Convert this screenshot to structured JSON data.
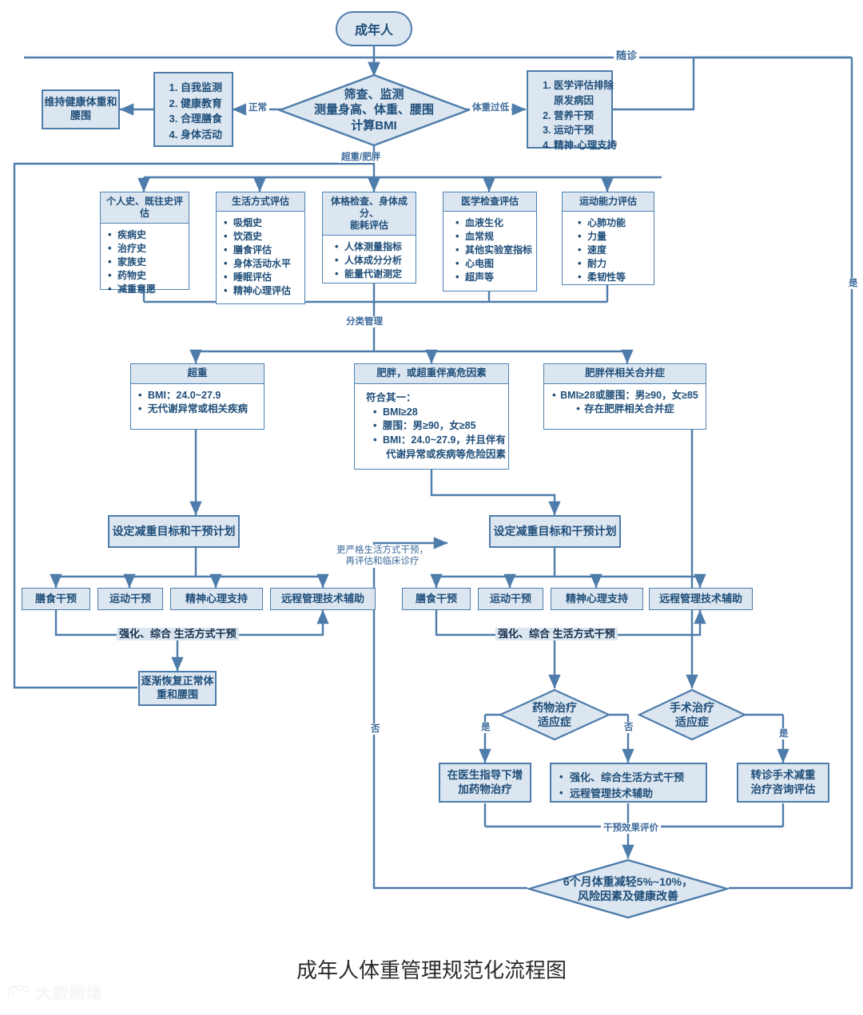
{
  "title": "成年人体重管理规范化流程图",
  "watermark": "大数跨境",
  "colors": {
    "fill": "#DCE6F1",
    "stroke": "#4E7CAB",
    "text": "#1F4E79",
    "label": "#3C6A9B"
  },
  "nodes": {
    "start": "成年人",
    "screening": "筛查、监测\n测量身高、体重、腰围\n计算BMI",
    "screening_lines": [
      "筛查、监测",
      "测量身高、体重、腰围",
      "计算BMI"
    ],
    "normal_actions": [
      "自我监测",
      "健康教育",
      "合理膳食",
      "身体活动"
    ],
    "maintain": "维持健康体重和\n腰围",
    "maintain_lines": [
      "维持健康体重和",
      "腰围"
    ],
    "underweight_actions": [
      "医学评估排除\n原发病因",
      "营养干预",
      "运动干预",
      "精神-心理支持"
    ],
    "underweight_actions_lines": [
      [
        "医学评估排除",
        "原发病因"
      ],
      [
        "营养干预"
      ],
      [
        "运动干预"
      ],
      [
        "精神-心理支持"
      ]
    ],
    "assess": [
      {
        "header": "个人史、既往史评估",
        "items": [
          "疾病史",
          "治疗史",
          "家族史",
          "药物史",
          "减重意愿"
        ]
      },
      {
        "header": "生活方式评估",
        "items": [
          "吸烟史",
          "饮酒史",
          "膳食评估",
          "身体活动水平",
          "睡眠评估",
          "精神心理评估"
        ]
      },
      {
        "header": "体格检查、身体成分、\n能耗评估",
        "header_lines": [
          "体格检查、身体成分、",
          "能耗评估"
        ],
        "items": [
          "人体测量指标",
          "人体成分分析",
          "能量代谢测定"
        ]
      },
      {
        "header": "医学检查评估",
        "items": [
          "血液生化",
          "血常规",
          "其他实验室指标",
          "心电图",
          "超声等"
        ]
      },
      {
        "header": "运动能力评估",
        "items": [
          "心肺功能",
          "力量",
          "速度",
          "耐力",
          "柔韧性等"
        ]
      }
    ],
    "classify": [
      {
        "header": "超重",
        "items": [
          "BMI：24.0~27.9",
          "无代谢异常或相关疾病"
        ]
      },
      {
        "header": "肥胖，或超重伴高危因素",
        "lead": "符合其一：",
        "items": [
          "BMI≥28",
          "腰围：男≥90，女≥85",
          "BMI：24.0~27.9，并且伴有\n代谢异常或疾病等危险因素"
        ],
        "items_lines": [
          [
            "BMI≥28"
          ],
          [
            "腰围：男≥90，女≥85"
          ],
          [
            "BMI：24.0~27.9，并且伴有",
            "代谢异常或疾病等危险因素"
          ]
        ]
      },
      {
        "header": "肥胖伴相关合并症",
        "items": [
          "BMI≥28或腰围：男≥90，女≥85",
          "存在肥胖相关合并症"
        ]
      }
    ],
    "plan_left": "设定减重目标和干预计划",
    "plan_right": "设定减重目标和干预计划",
    "interventions_left": [
      "膳食干预",
      "运动干预",
      "精神心理支持",
      "远程管理技术辅助"
    ],
    "interventions_right": [
      "膳食干预",
      "运动干预",
      "精神心理支持",
      "远程管理技术辅助"
    ],
    "recover": "逐渐恢复正常体\n重和腰围",
    "recover_lines": [
      "逐渐恢复正常体",
      "重和腰围"
    ],
    "drug_decision": "药物治疗\n适应症",
    "drug_decision_lines": [
      "药物治疗",
      "适应症"
    ],
    "surgery_decision": "手术治疗\n适应症",
    "surgery_decision_lines": [
      "手术治疗",
      "适应症"
    ],
    "drug_yes": "在医生指导下增\n加药物治疗",
    "drug_yes_lines": [
      "在医生指导下增",
      "加药物治疗"
    ],
    "drug_no_items": [
      "强化、综合生活方式干预",
      "远程管理技术辅助"
    ],
    "surgery_yes": "转诊手术减重\n治疗咨询评估",
    "surgery_yes_lines": [
      "转诊手术减重",
      "治疗咨询评估"
    ],
    "outcome": "6个月体重减轻5%~10%，\n风险因素及健康改善",
    "outcome_lines": [
      "6个月体重减轻5%~10%，",
      "风险因素及健康改善"
    ]
  },
  "edge_labels": {
    "followup": "随诊",
    "normal": "正常",
    "underweight": "体重过低",
    "overweight_obese": "超重/肥胖",
    "classified_mgmt": "分类管理",
    "lifestyle_left": "强化、综合 生活方式干预",
    "lifestyle_right": "强化、综合 生活方式干预",
    "stricter": "更严格生活方式干预，\n再评估和临床诊疗",
    "stricter_lines": [
      "更严格生活方式干预，",
      "再评估和临床诊疗"
    ],
    "no_left": "否",
    "yes_right": "是",
    "drug_yes_label": "是",
    "drug_no_label": "否",
    "surgery_yes_label": "是",
    "effect_eval": "干预效果评价"
  }
}
